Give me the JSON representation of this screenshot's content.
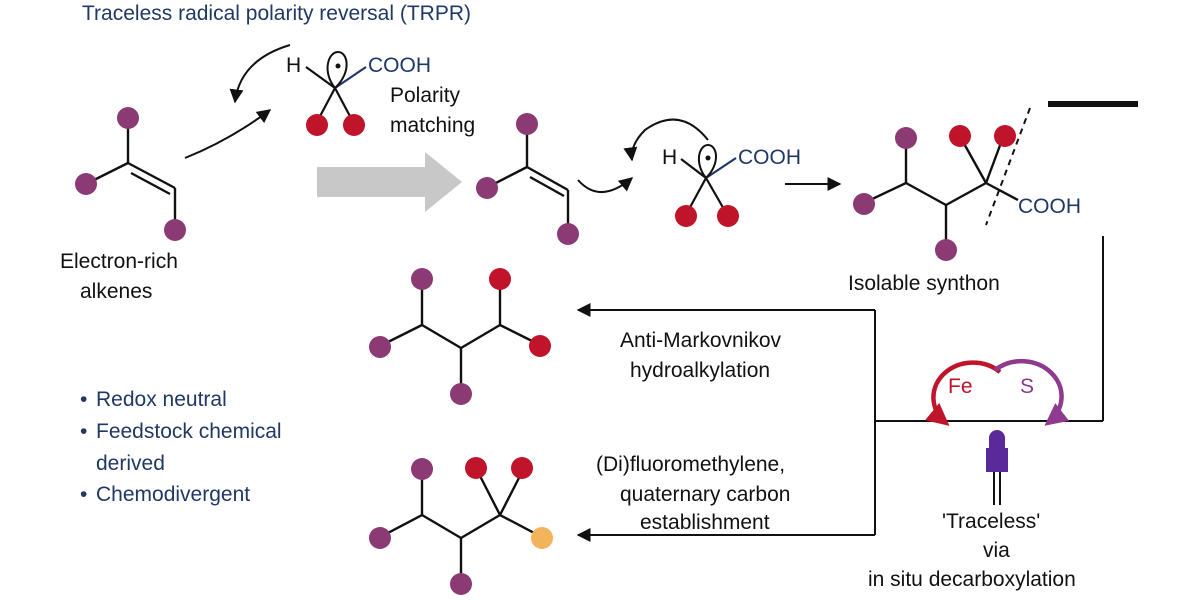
{
  "title": "Traceless radical polarity reversal (TRPR)",
  "radical": {
    "h": "H",
    "acid": "COOH"
  },
  "labels": {
    "polarity_line1": "Polarity",
    "polarity_line2": "matching",
    "electron_rich_line1": "Electron-rich",
    "electron_rich_line2": "alkenes",
    "isolable": "Isolable synthon",
    "product_acid": "COOH",
    "anti_line1": "Anti-Markovnikov",
    "anti_line2": "hydroalkylation",
    "difluoro_line1": "(Di)fluoromethylene,",
    "difluoro_line2": "quaternary carbon",
    "difluoro_line3": "establishment",
    "traceless_line1": "'Traceless'",
    "traceless_line2": "via",
    "traceless_line3": "in situ decarboxylation",
    "fe": "Fe",
    "s": "S"
  },
  "bullets": [
    "Redox neutral",
    "Feedstock chemical",
    "derived",
    "Chemodivergent"
  ],
  "colors": {
    "purple": "#8b3a74",
    "red": "#c0142b",
    "orange": "#f2b45a",
    "navy": "#203864",
    "black": "#111111",
    "gray_arrow": "#c8c8c8",
    "cycle_s": "#8e3a8e",
    "led": "#5b2a9a"
  }
}
